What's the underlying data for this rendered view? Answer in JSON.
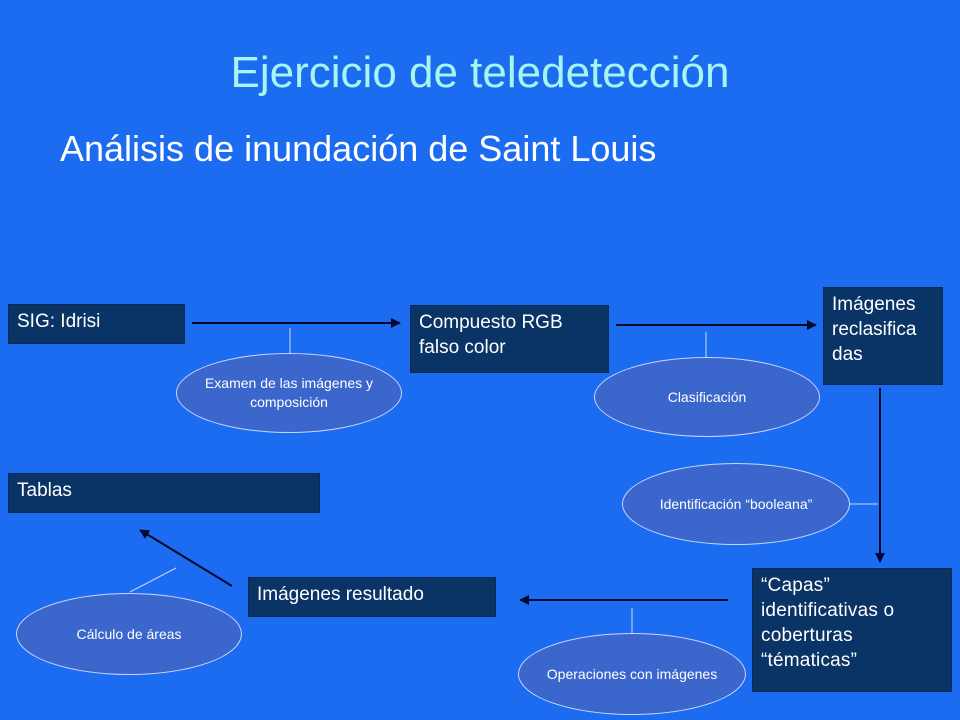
{
  "title": "Ejercicio de teledetección",
  "subtitle": "Análisis de inundación de Saint Louis",
  "colors": {
    "background": "#1c6cf2",
    "box": "#0a3366",
    "ellipse": "#3b66cc",
    "title": "#a6f5f2",
    "line": "#000a30"
  },
  "boxes": {
    "sig": "SIG: Idrisi",
    "compuesto": "Compuesto RGB falso color",
    "reclasificadas": "Imágenes reclasifica das",
    "tablas": "Tablas",
    "capas": "“Capas” identificativas o coberturas “tématicas”",
    "resultado": "Imágenes resultado"
  },
  "processes": {
    "examen": "Examen de las imágenes y composición",
    "clasificacion": "Clasificación",
    "booleana": "Identificación “booleana”",
    "operaciones": "Operaciones con imágenes",
    "calculo": "Cálculo de áreas"
  }
}
